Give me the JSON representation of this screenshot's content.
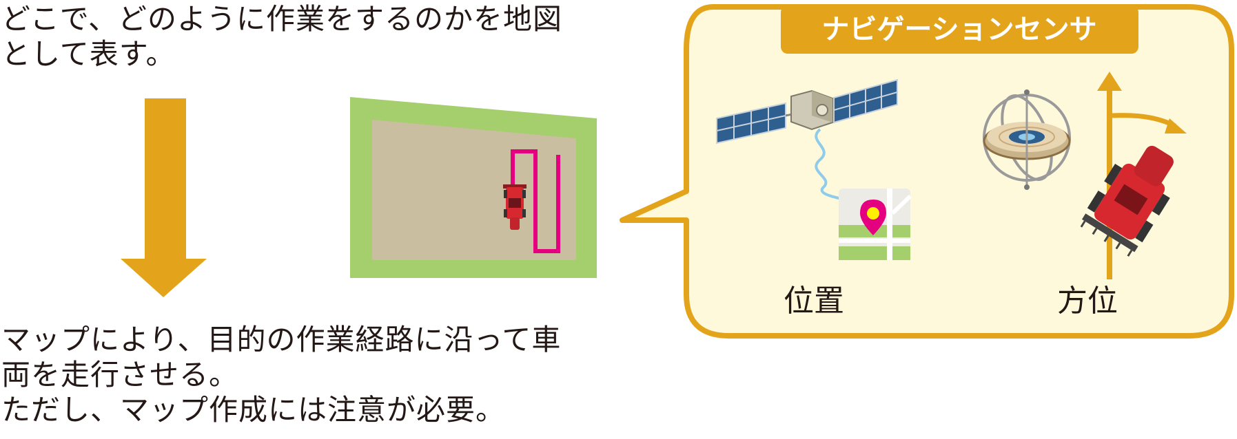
{
  "intro": {
    "lines": [
      "どこで、どのように作業をするのかを地図",
      "として表す。"
    ]
  },
  "result": {
    "lines": [
      "マップにより、目的の作業経路に沿って車",
      "両を走行させる。",
      "ただし、マップ作成には注意が必要。"
    ]
  },
  "sensor_panel": {
    "title": "ナビゲーションセンサ",
    "position_label": "位置",
    "direction_label": "方位"
  },
  "colors": {
    "accent_orange": "#E3A41C",
    "panel_fill": "#FFF9DB",
    "field_green": "#A5CE6C",
    "field_soil": "#C9BE9F",
    "route_magenta": "#E4007F",
    "tractor_red": "#D7282F",
    "solar_blue": "#2F5F8F"
  }
}
